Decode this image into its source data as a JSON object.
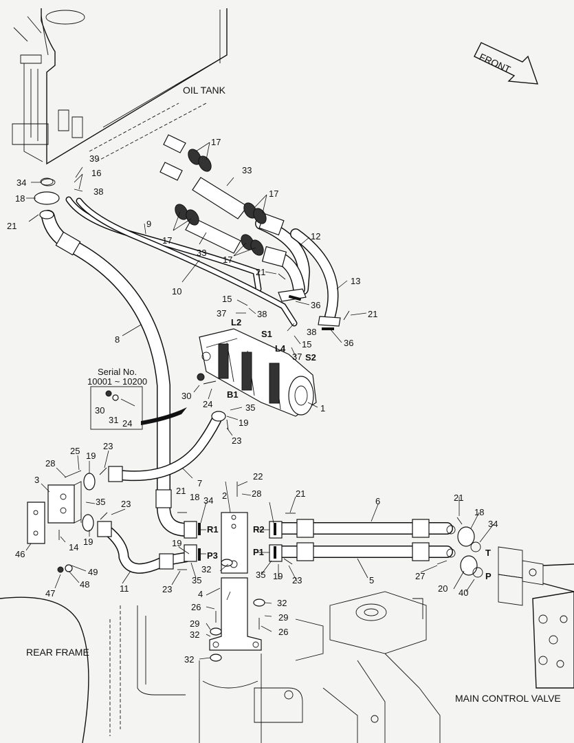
{
  "areas": {
    "oil_tank": "OIL TANK",
    "rear_frame": "REAR FRAME",
    "main_control_valve": "MAIN CONTROL VALVE",
    "front": "FRONT"
  },
  "serial_box": {
    "title": "Serial No.",
    "range": "10001 ~ 10200",
    "parts": [
      "30",
      "31",
      "24"
    ]
  },
  "port_labels": [
    "L2",
    "S1",
    "L4",
    "S2",
    "B1",
    "R1",
    "R2",
    "P1",
    "P3",
    "T",
    "P"
  ],
  "callouts": [
    "1",
    "2",
    "3",
    "4",
    "5",
    "6",
    "7",
    "8",
    "9",
    "10",
    "11",
    "12",
    "13",
    "14",
    "15",
    "15",
    "16",
    "17",
    "17",
    "17",
    "17",
    "18",
    "18",
    "18",
    "19",
    "19",
    "19",
    "19",
    "19",
    "20",
    "21",
    "21",
    "21",
    "21",
    "21",
    "21",
    "22",
    "23",
    "23",
    "23",
    "23",
    "23",
    "24",
    "25",
    "26",
    "26",
    "27",
    "28",
    "28",
    "29",
    "29",
    "30",
    "32",
    "32",
    "32",
    "32",
    "33",
    "33",
    "34",
    "34",
    "34",
    "35",
    "35",
    "35",
    "35",
    "36",
    "36",
    "37",
    "37",
    "38",
    "38",
    "38",
    "39",
    "40",
    "46",
    "47",
    "48",
    "49"
  ]
}
